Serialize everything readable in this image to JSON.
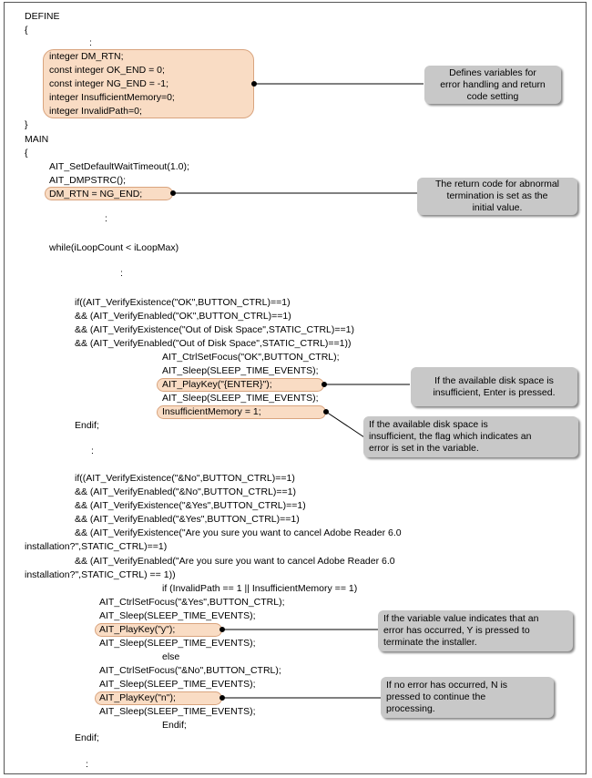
{
  "code_lines": [
    "DEFINE",
    "{",
    ":",
    "integer DM_RTN;",
    "const integer OK_END = 0;",
    "const integer NG_END = -1;",
    "integer InsufficientMemory=0;",
    "integer InvalidPath=0;",
    "}",
    "MAIN",
    "{",
    "AIT_SetDefaultWaitTimeout(1.0);",
    "AIT_DMPSTRC();",
    "DM_RTN = NG_END;",
    ":",
    "while(iLoopCount < iLoopMax)",
    ":",
    "if((AIT_VerifyExistence(\"OK\",BUTTON_CTRL)==1)",
    "&& (AIT_VerifyEnabled(\"OK\",BUTTON_CTRL)==1)",
    "&& (AIT_VerifyExistence(\"Out of Disk Space\",STATIC_CTRL)==1)",
    "&& (AIT_VerifyEnabled(\"Out of Disk Space\",STATIC_CTRL)==1))",
    "AIT_CtrlSetFocus(\"OK\",BUTTON_CTRL);",
    "AIT_Sleep(SLEEP_TIME_EVENTS);",
    "AIT_PlayKey(\"{ENTER}\");",
    "AIT_Sleep(SLEEP_TIME_EVENTS);",
    "InsufficientMemory = 1;",
    "Endif;",
    ":",
    "if((AIT_VerifyExistence(\"&No\",BUTTON_CTRL)==1)",
    "&& (AIT_VerifyEnabled(\"&No\",BUTTON_CTRL)==1)",
    "&& (AIT_VerifyExistence(\"&Yes\",BUTTON_CTRL)==1)",
    "&& (AIT_VerifyEnabled(\"&Yes\",BUTTON_CTRL)==1)",
    "&& (AIT_VerifyExistence(\"Are you sure you want to cancel Adobe Reader 6.0",
    "installation?\",STATIC_CTRL)==1)",
    "&& (AIT_VerifyEnabled(\"Are you sure you want to cancel Adobe Reader 6.0",
    "installation?\",STATIC_CTRL) == 1))",
    "if (InvalidPath == 1 || InsufficientMemory == 1)",
    "AIT_CtrlSetFocus(\"&Yes\",BUTTON_CTRL);",
    "AIT_Sleep(SLEEP_TIME_EVENTS);",
    "AIT_PlayKey(\"y\");",
    "AIT_Sleep(SLEEP_TIME_EVENTS);",
    "else",
    "AIT_CtrlSetFocus(\"&No\",BUTTON_CTRL);",
    "AIT_Sleep(SLEEP_TIME_EVENTS);",
    "AIT_PlayKey(\"n\");",
    "AIT_Sleep(SLEEP_TIME_EVENTS);",
    "Endif;",
    "Endif;",
    ":"
  ],
  "notes": [
    "Defines variables for\nerror handling and return\ncode setting",
    "The return code for abnormal\ntermination is set as the\ninitial value.",
    "If the available disk space is\ninsufficient, Enter is pressed.",
    "If the available disk space is\ninsufficient, the flag which indicates an\nerror is set in the variable.",
    "If the variable value indicates that an\nerror has occurred, Y is pressed to\nterminate the installer.",
    "If no error has occurred, N is\npressed to continue the\nprocessing."
  ],
  "colors": {
    "highlight_fill": "#f9dcc4",
    "highlight_border": "#d9a47e",
    "note_fill": "#c8c8c8"
  }
}
